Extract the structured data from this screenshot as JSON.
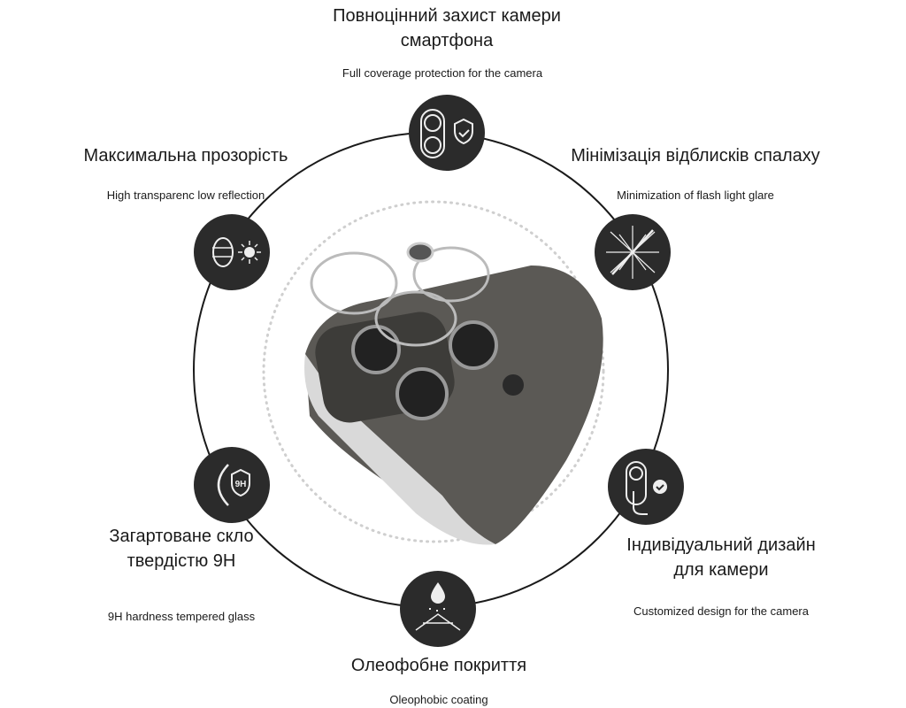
{
  "features": [
    {
      "title_lines": [
        "Повноцінний захист камери",
        "смартфона"
      ],
      "subtitle": "Full coverage protection for the camera",
      "icon": "camera-shield-icon"
    },
    {
      "title_lines": [
        "Максимальна прозорість"
      ],
      "subtitle": "High transparenc low reflection",
      "icon": "transparency-sun-icon"
    },
    {
      "title_lines": [
        "Мінімізація відблисків спалаху"
      ],
      "subtitle": "Minimization of flash light glare",
      "icon": "flash-glare-icon"
    },
    {
      "title_lines": [
        "Загартоване скло",
        "твердістю 9H"
      ],
      "subtitle": "9H hardness tempered glass",
      "icon": "9h-shield-icon",
      "badge": "9H"
    },
    {
      "title_lines": [
        "Індивідуальний дизайн",
        "для камери"
      ],
      "subtitle": "Customized design for the camera",
      "icon": "custom-design-icon"
    },
    {
      "title_lines": [
        "Олеофобне покриття"
      ],
      "subtitle": "Oleophobic coating",
      "icon": "oleophobic-drop-icon"
    }
  ],
  "colors": {
    "icon_bg": "#2b2b2b",
    "line": "#1a1a1a",
    "dots": "#cfcfcf"
  }
}
